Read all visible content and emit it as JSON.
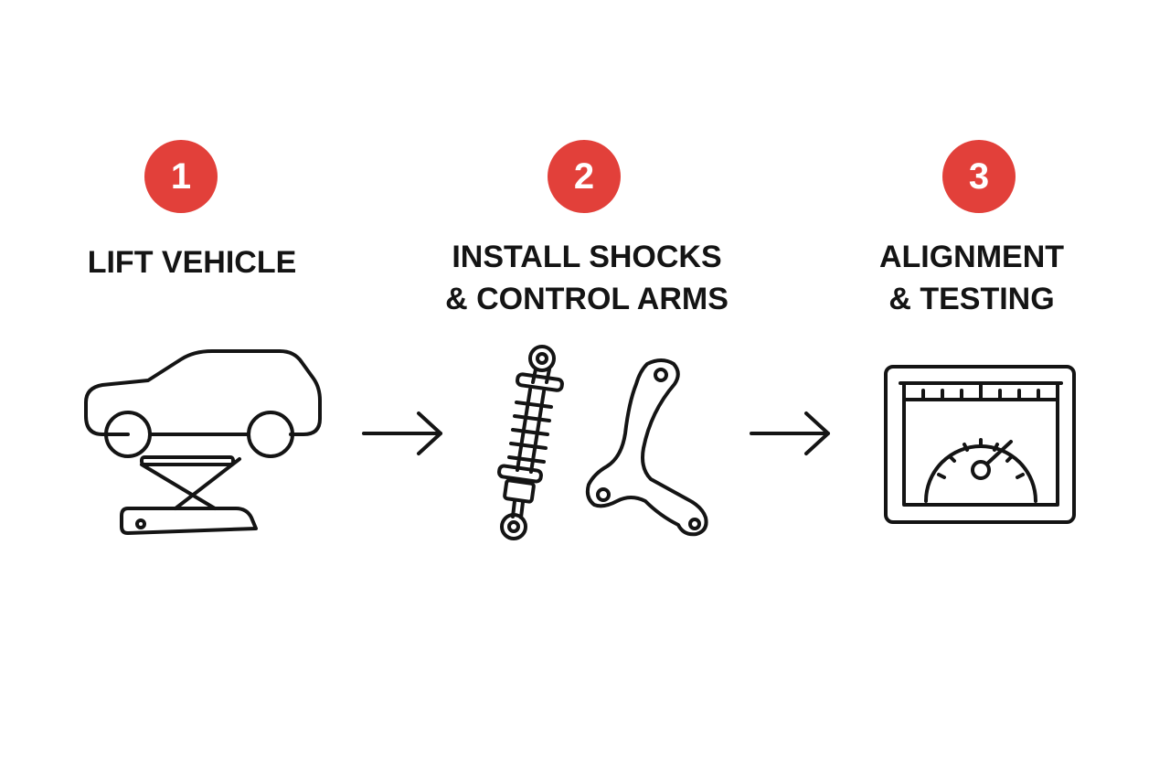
{
  "colors": {
    "accent": "#e2403a",
    "ink": "#141414",
    "background": "#ffffff"
  },
  "steps": [
    {
      "number": "1",
      "title_lines": [
        "LIFT VEHICLE"
      ],
      "icon": "car-on-jack-icon"
    },
    {
      "number": "2",
      "title_lines": [
        "INSTALL SHOCKS",
        "& CONTROL ARMS"
      ],
      "icon": "shock-absorber-and-control-arm-icon"
    },
    {
      "number": "3",
      "title_lines": [
        "ALIGNMENT",
        "& TESTING"
      ],
      "icon": "gauge-monitor-icon"
    }
  ],
  "connectors": [
    "arrow-right-icon",
    "arrow-right-icon"
  ]
}
